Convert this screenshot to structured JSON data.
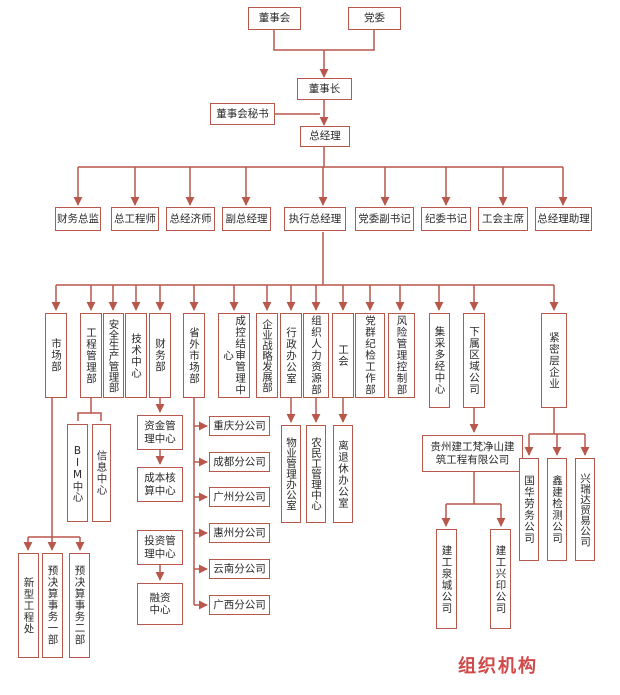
{
  "title": "组织机构",
  "colors": {
    "line": "#b8574b",
    "title": "#d04a4a"
  },
  "top": {
    "board": "董事会",
    "party": "党委",
    "chairman": "董事长",
    "secretary": "董事会秘书",
    "gm": "总经理"
  },
  "level2": [
    "财务总监",
    "总工程师",
    "总经济师",
    "副总经理",
    "执行总经理",
    "党委副书记",
    "纪委书记",
    "工会主席",
    "总经理助理"
  ],
  "depts": {
    "market": "市场部",
    "engineering": "工程管理部",
    "safety": "安全生产管理部",
    "tech": "技术中心",
    "finance": "财务部",
    "outside": "省外市场部",
    "audit": "成控结审管理中心",
    "strategy": "企业战略发展部",
    "admin": "行政办公室",
    "hr": "组织人力资源部",
    "union": "工会",
    "party": "党群纪检工作部",
    "risk": "风险管理控制部",
    "procure": "集采多经中心",
    "regional": "下属区域公司",
    "close": "紧密层企业"
  },
  "sub": {
    "bim": "BIM中心",
    "info": "信息中心",
    "fund": "资金管理中心",
    "cost": "成本核算中心",
    "invest": "投资管理中心",
    "financing": "融资中心",
    "branches": [
      "重庆分公司",
      "成都分公司",
      "广州分公司",
      "惠州分公司",
      "云南分公司",
      "广西分公司"
    ],
    "property": "物业管理办公室",
    "migrant": "农民工管理中心",
    "retire": "离退休办公室",
    "newproj": "新型工程处",
    "budget1": "预决算事务一部",
    "budget2": "预决算事务二部",
    "guizhou": "贵州建工梵净山建筑工程有限公司",
    "quancheng": "建工泉城公司",
    "xingyin": "建工兴印公司",
    "guohua": "国华劳务公司",
    "xinjian": "鑫建检测公司",
    "xingrui": "兴瑞达贸易公司"
  }
}
